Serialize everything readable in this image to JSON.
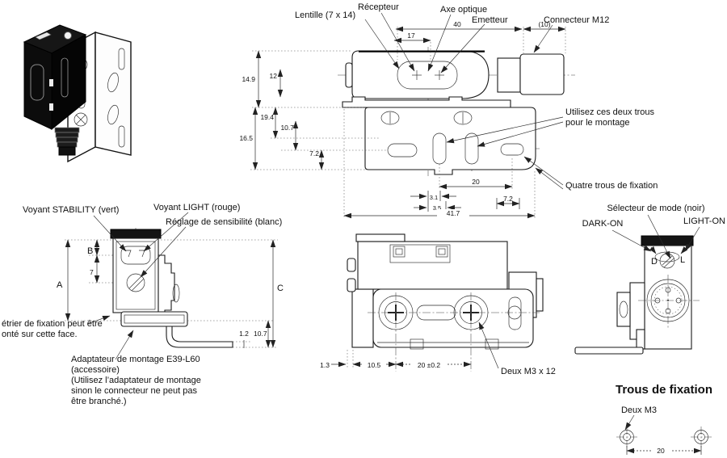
{
  "colors": {
    "line": "#1a1a1a",
    "background": "#ffffff"
  },
  "top_view": {
    "label_recepteur": "Récepteur",
    "label_lentille": "Lentille (7 x 14)",
    "label_axe": "Axe optique",
    "label_emetteur": "Emetteur",
    "label_connecteur": "Connecteur M12",
    "dim_40": "40",
    "dim_17": "17",
    "dim_10": "(10)",
    "dim_14_9": "14.9",
    "dim_12": "12",
    "dim_19_4": "19.4",
    "dim_10_7": "10.7",
    "dim_16_5": "16.5",
    "dim_7_2_left": "7.2",
    "dim_20": "20",
    "dim_3_1": "3.1",
    "dim_3_5": "3.5",
    "dim_7_2_right": "7.2",
    "dim_41_7": "41.7",
    "note_holes_line1": "Utilisez ces deux trous",
    "note_holes_line2": "pour le montage",
    "note_four_holes": "Quatre trous de fixation"
  },
  "front_view": {
    "label_stability": "Voyant STABILITY (vert)",
    "label_light": "Voyant LIGHT (rouge)",
    "label_sensitivity": "Réglage de sensibilité (blanc)",
    "dim_A": "A",
    "dim_B": "B",
    "dim_7": "7",
    "dim_C": "C",
    "dim_1_2": "1.2",
    "dim_10_7": "10.7",
    "note_face_line1": "étrier de fixation peut être",
    "note_face_line2": "onté sur cette face.",
    "note_adapter_line1": "Adaptateur de montage E39-L60",
    "note_adapter_line2": "(accessoire)",
    "note_adapter_line3": "(Utilisez l’adaptateur de montage",
    "note_adapter_line4": "sinon le connecteur ne peut pas",
    "note_adapter_line5": "être branché.)"
  },
  "side_view": {
    "dim_1_3": "1.3",
    "dim_10_5": "10.5",
    "dim_20": "20 ±0.2",
    "label_screws": "Deux M3 x 12"
  },
  "rear_view": {
    "label_selector": "Sélecteur de mode (noir)",
    "label_dark_on": "DARK-ON",
    "label_light_on": "LIGHT-ON",
    "label_d": "D",
    "label_l": "L"
  },
  "fixation": {
    "title": "Trous de fixation",
    "label_screws": "Deux M3",
    "dim_20": "20"
  }
}
